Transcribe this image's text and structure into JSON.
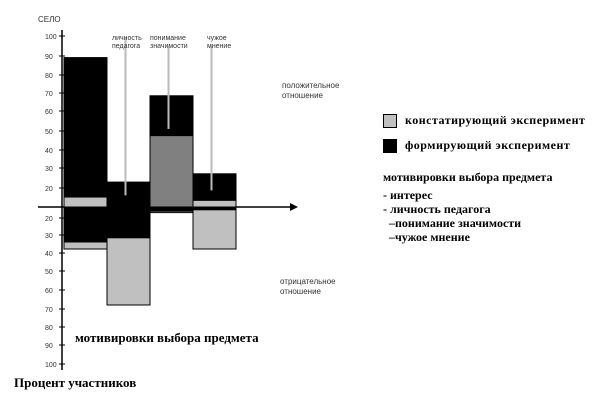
{
  "chart_data": {
    "type": "bar",
    "y_top_label": "СЕЛО",
    "categories": [
      "интерес",
      "личность педагога",
      "понимание значимости",
      "чужое мнение"
    ],
    "y_positive_ticks": [
      100,
      90,
      80,
      70,
      60,
      50,
      40,
      30,
      20,
      10
    ],
    "y_negative_ticks": [
      10,
      20,
      30,
      40,
      50,
      60,
      70,
      80,
      90,
      100
    ],
    "y_tick_labels_top": [
      "100",
      "90",
      "80",
      "70",
      "60",
      "50",
      "40",
      "30",
      "20"
    ],
    "y_tick_labels_bottom": [
      "20",
      "30",
      "40",
      "50",
      "60",
      "70",
      "80",
      "90",
      "100"
    ],
    "positive_zone_label": "положительное отношение",
    "negative_zone_label": "отрицательное отношение",
    "ylim": [
      -100,
      100
    ],
    "series": [
      {
        "name": "констатирующий эксперимент",
        "color": "#c0c0c0",
        "positive": [
          6,
          0,
          43,
          4
        ],
        "negative": [
          -30,
          -70,
          -4,
          -30
        ]
      },
      {
        "name": "формирующий эксперимент",
        "color": "#000000",
        "positive": [
          90,
          15,
          67,
          20
        ],
        "negative": [
          -25,
          -22,
          -3,
          -2
        ]
      }
    ],
    "whiskers": [
      {
        "category": "личность педагога",
        "top": 102,
        "bottom": 7
      },
      {
        "category": "понимание значимости",
        "top": 97,
        "bottom": 47
      },
      {
        "category": "чужое мнение",
        "top": 97,
        "bottom": 10
      }
    ]
  },
  "legend": {
    "items": [
      {
        "label": "констатирующий эксперимент",
        "color": "#c0c0c0"
      },
      {
        "label": "формирующий эксперимент",
        "color": "#000000"
      }
    ]
  },
  "side_list": {
    "title": "мотивировки выбора предмета",
    "items": [
      "- интерес",
      "- личность педагога",
      "–понимание значимости",
      "–чужое мнение"
    ]
  },
  "bottom_caption": "мотивировки выбора предмета",
  "y_axis_caption": "Процент участников"
}
